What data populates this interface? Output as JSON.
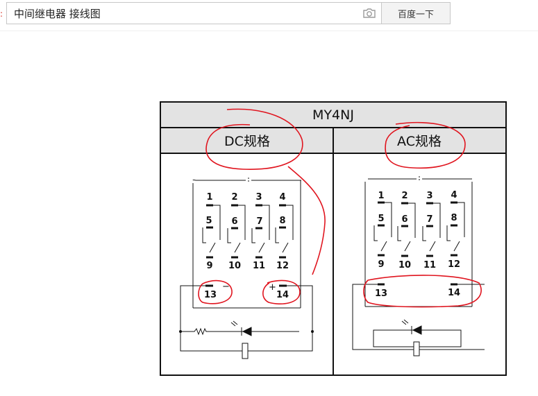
{
  "search": {
    "query": "中间继电器 接线图",
    "button_label": "百度一下",
    "camera_icon": "camera-icon"
  },
  "figure": {
    "title": "MY4NJ",
    "dc": {
      "heading": "DC规格",
      "pins": [
        "1",
        "2",
        "3",
        "4",
        "5",
        "6",
        "7",
        "8",
        "9",
        "10",
        "11",
        "12",
        "13",
        "14"
      ],
      "plus": "+",
      "minus": "−"
    },
    "ac": {
      "heading": "AC规格",
      "pins": [
        "1",
        "2",
        "3",
        "4",
        "5",
        "6",
        "7",
        "8",
        "9",
        "10",
        "11",
        "12",
        "13",
        "14"
      ]
    },
    "annotation_color": "#e0141e"
  }
}
